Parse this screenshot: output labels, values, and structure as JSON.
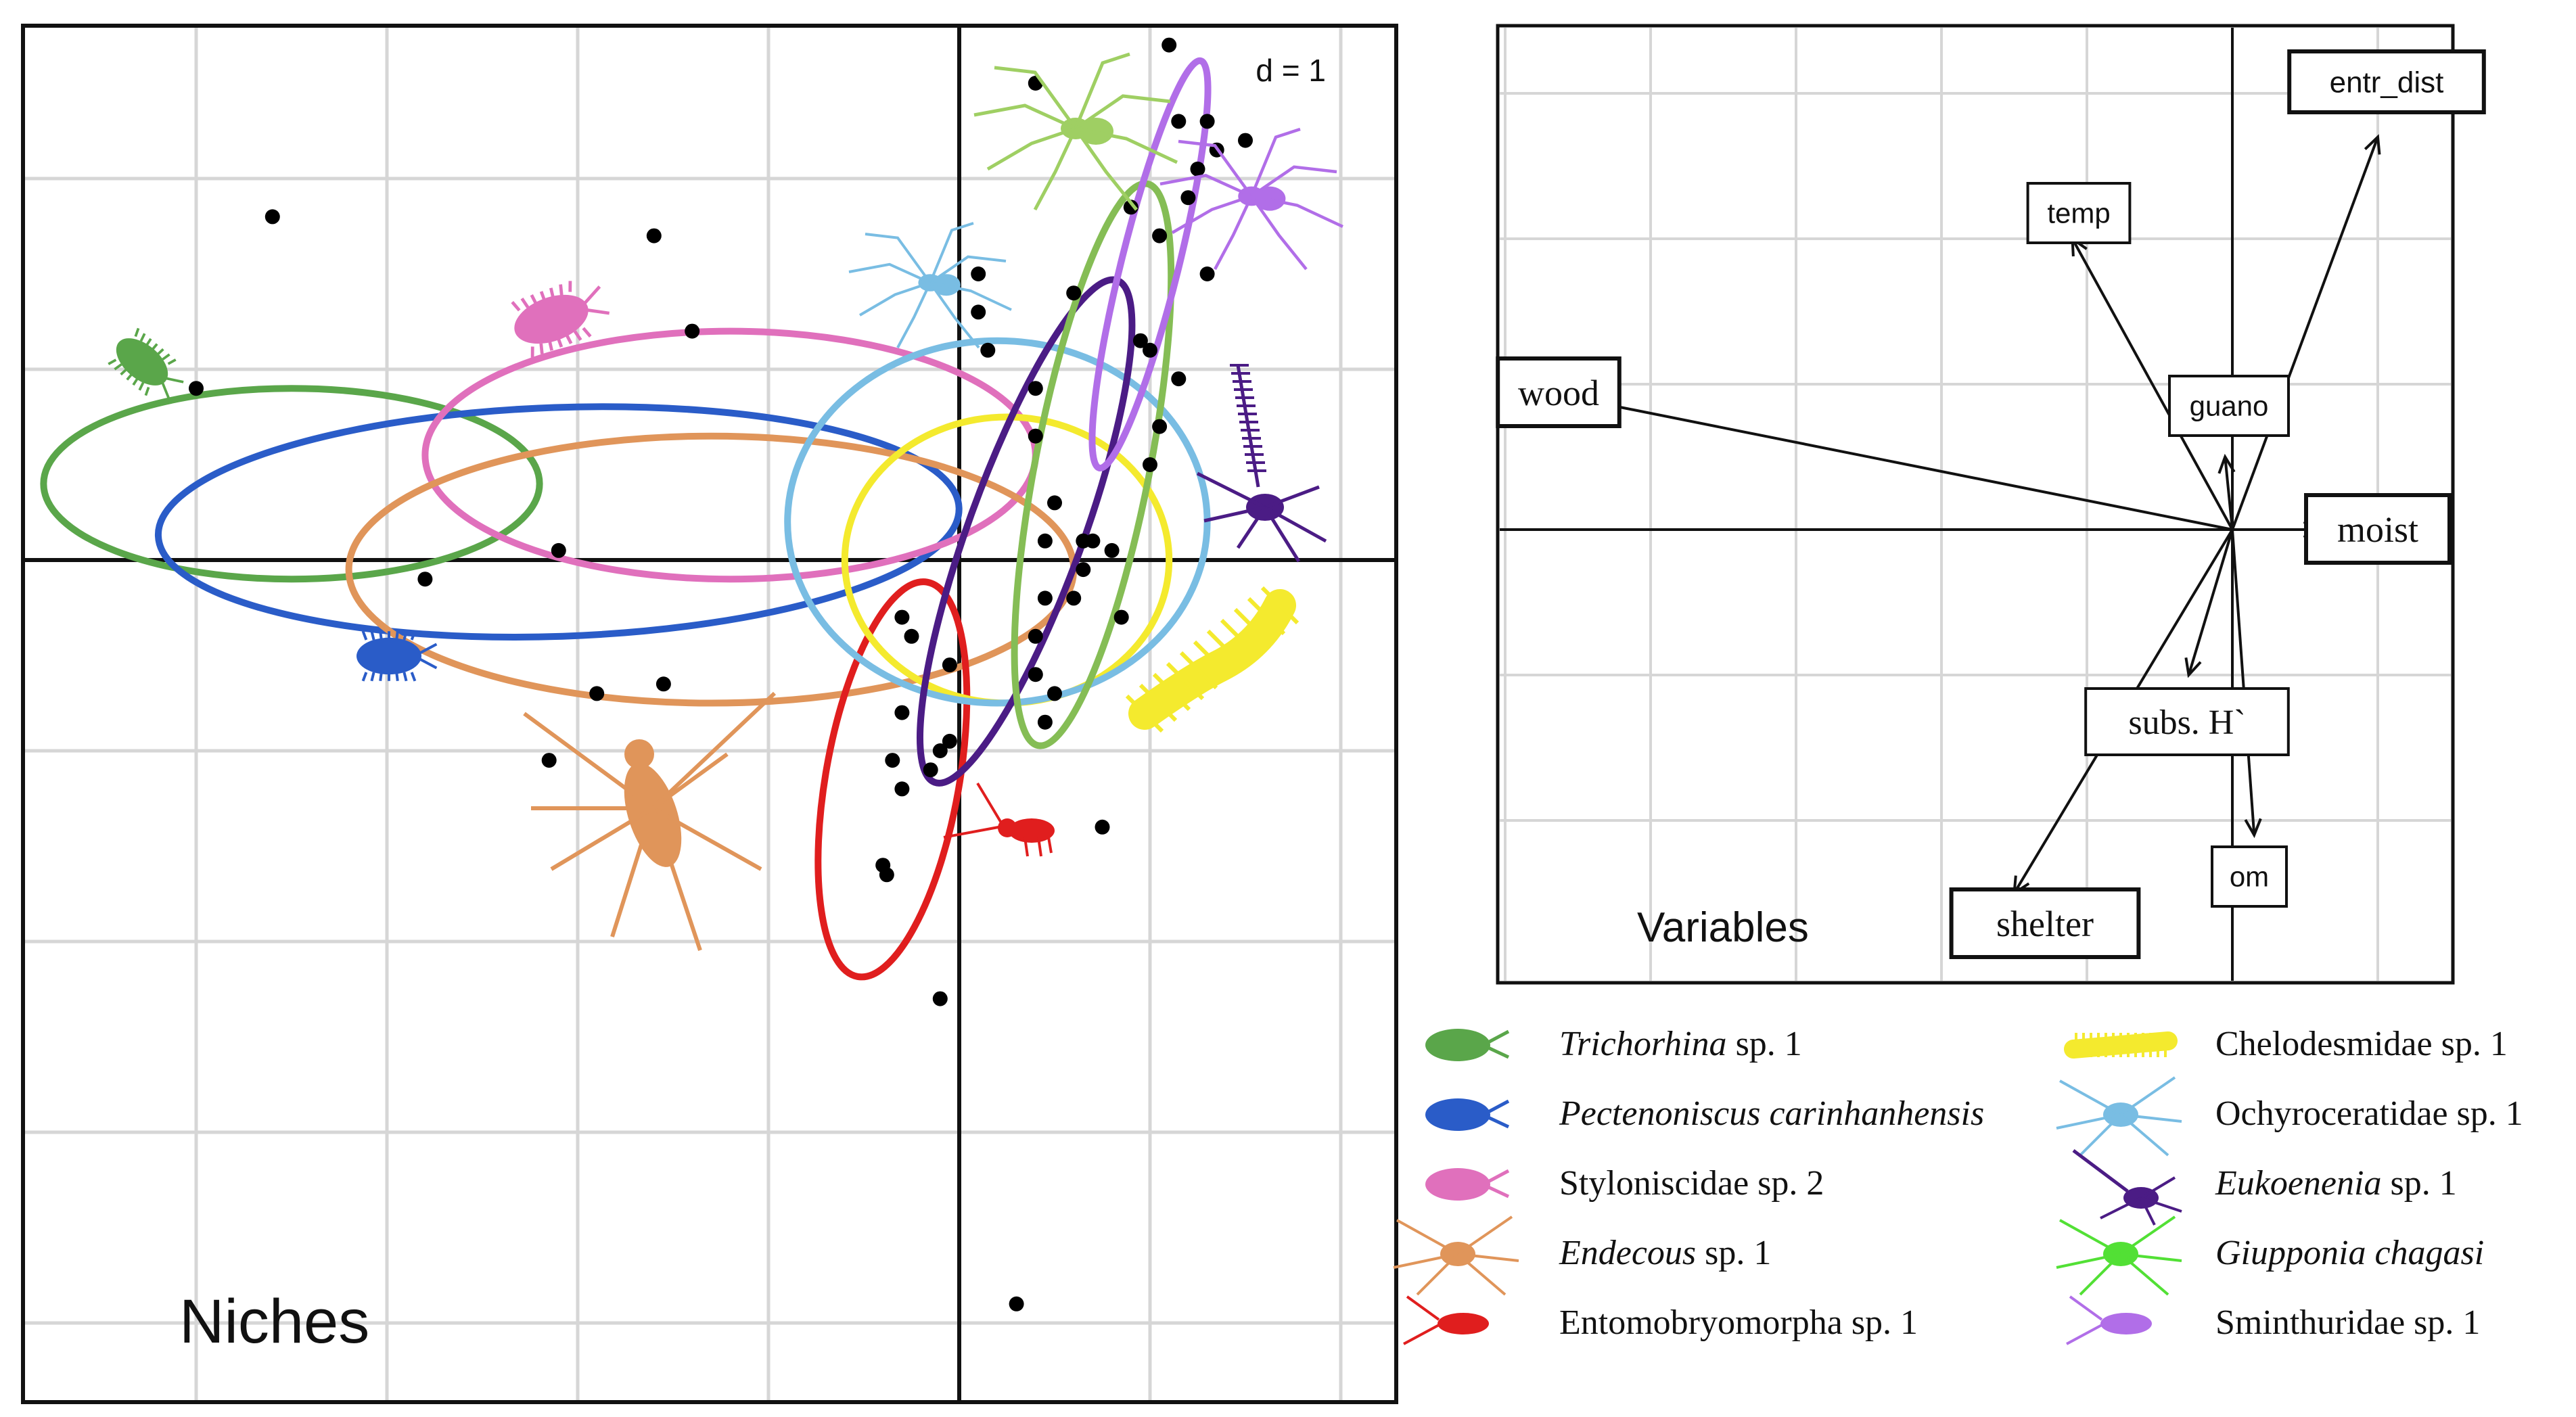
{
  "niches_panel": {
    "label": "Niches",
    "scale_label": "d = 1",
    "chart_data": {
      "type": "scatter",
      "grid_step": 1,
      "xlim": [
        -4.8,
        2.3
      ],
      "ylim": [
        -4.4,
        2.9
      ],
      "points": [
        [
          -4.0,
          0.9
        ],
        [
          -3.6,
          1.8
        ],
        [
          -1.6,
          1.7
        ],
        [
          -1.4,
          1.2
        ],
        [
          -2.1,
          0.05
        ],
        [
          -2.8,
          -0.1
        ],
        [
          -1.9,
          -0.7
        ],
        [
          -1.55,
          -0.65
        ],
        [
          -2.15,
          -1.05
        ],
        [
          -0.3,
          -0.3
        ],
        [
          -0.25,
          -0.4
        ],
        [
          -0.05,
          -0.55
        ],
        [
          -0.3,
          -0.8
        ],
        [
          -0.35,
          -1.05
        ],
        [
          -0.3,
          -1.2
        ],
        [
          -0.15,
          -1.1
        ],
        [
          -0.1,
          -1.0
        ],
        [
          -0.05,
          -0.95
        ],
        [
          -0.4,
          -1.6
        ],
        [
          -0.38,
          -1.65
        ],
        [
          -0.1,
          -2.3
        ],
        [
          0.3,
          -3.9
        ],
        [
          0.1,
          1.5
        ],
        [
          0.1,
          1.3
        ],
        [
          0.15,
          1.1
        ],
        [
          0.4,
          0.9
        ],
        [
          0.4,
          0.65
        ],
        [
          0.5,
          0.3
        ],
        [
          0.45,
          0.1
        ],
        [
          0.6,
          -0.2
        ],
        [
          0.65,
          -0.05
        ],
        [
          0.7,
          0.1
        ],
        [
          0.4,
          -0.4
        ],
        [
          0.45,
          -0.2
        ],
        [
          0.8,
          0.05
        ],
        [
          0.85,
          -0.3
        ],
        [
          1.05,
          0.7
        ],
        [
          1.15,
          0.95
        ],
        [
          1.0,
          1.1
        ],
        [
          0.65,
          0.1
        ],
        [
          0.4,
          -0.6
        ],
        [
          0.5,
          -0.7
        ],
        [
          0.45,
          -0.85
        ],
        [
          0.75,
          -1.4
        ],
        [
          0.95,
          1.15
        ],
        [
          1.05,
          1.7
        ],
        [
          1.2,
          1.9
        ],
        [
          1.3,
          2.3
        ],
        [
          1.35,
          2.15
        ],
        [
          1.5,
          2.2
        ],
        [
          1.15,
          2.3
        ],
        [
          0.9,
          1.85
        ],
        [
          1.25,
          2.05
        ],
        [
          1.1,
          2.7
        ],
        [
          0.4,
          2.5
        ],
        [
          0.6,
          1.4
        ],
        [
          1.3,
          1.5
        ],
        [
          1.0,
          0.5
        ]
      ],
      "ellipses": [
        {
          "species": "Trichorhina sp. 1",
          "color": "#5aa64a",
          "cx": -3.5,
          "cy": 0.4,
          "rx": 1.3,
          "ry": 0.5,
          "angle": 0
        },
        {
          "species": "Pectenoniscus carinhanhensis",
          "color": "#2a5cc8",
          "cx": -2.1,
          "cy": 0.2,
          "rx": 2.1,
          "ry": 0.6,
          "angle": -2
        },
        {
          "species": "Styloniscidae sp. 2",
          "color": "#e070bc",
          "cx": -1.2,
          "cy": 0.55,
          "rx": 1.6,
          "ry": 0.65,
          "angle": 0
        },
        {
          "species": "Endecous sp. 1",
          "color": "#e0955a",
          "cx": -1.3,
          "cy": -0.05,
          "rx": 1.9,
          "ry": 0.7,
          "angle": 0
        },
        {
          "species": "Entomobryomorpha sp. 1",
          "color": "#e01e1e",
          "cx": -0.35,
          "cy": -1.15,
          "rx": 0.35,
          "ry": 1.05,
          "angle": 10
        },
        {
          "species": "Chelodesmidae sp. 1",
          "color": "#f4ea2e",
          "cx": 0.25,
          "cy": 0.0,
          "rx": 0.85,
          "ry": 0.75,
          "angle": 0
        },
        {
          "species": "Ochyroceratidae sp. 1",
          "color": "#79bde3",
          "cx": 0.2,
          "cy": 0.2,
          "rx": 1.1,
          "ry": 0.95,
          "angle": 0
        },
        {
          "species": "Eukoenenia sp. 1",
          "color": "#4b1c85",
          "cx": 0.35,
          "cy": 0.15,
          "rx": 0.3,
          "ry": 1.4,
          "angle": 20
        },
        {
          "species": "Giupponia chagasi",
          "color": "#85bd55",
          "cx": 0.7,
          "cy": 0.5,
          "rx": 0.3,
          "ry": 1.5,
          "angle": 11
        },
        {
          "species": "Sminthuridae sp. 1",
          "color": "#b16ee8",
          "cx": 1.0,
          "cy": 1.55,
          "rx": 0.15,
          "ry": 1.1,
          "angle": 14
        }
      ]
    }
  },
  "variables_panel": {
    "label": "Variables",
    "chart_data": {
      "type": "biplot",
      "xlim": [
        -5.5,
        1.6
      ],
      "ylim": [
        -3.3,
        3.6
      ],
      "arrows": [
        {
          "label": "wood",
          "x": -5.0,
          "y": 1.0,
          "box_style": "serif-bold"
        },
        {
          "label": "entr_dist",
          "x": 1.0,
          "y": 2.7,
          "box_style": "sans-bold"
        },
        {
          "label": "temp",
          "x": -1.1,
          "y": 2.0,
          "box_style": "sans"
        },
        {
          "label": "guano",
          "x": -0.05,
          "y": 0.5,
          "box_style": "sans"
        },
        {
          "label": "moist",
          "x": 0.6,
          "y": 0.0,
          "box_style": "serif-bold"
        },
        {
          "label": "subs. H`",
          "x": -0.3,
          "y": -1.0,
          "box_style": "serif"
        },
        {
          "label": "shelter",
          "x": -1.5,
          "y": -2.5,
          "box_style": "serif-bold"
        },
        {
          "label": "om",
          "x": 0.15,
          "y": -2.1,
          "box_style": "sans"
        }
      ]
    }
  },
  "legend": {
    "items": [
      {
        "name": "Trichorhina",
        "suffix": " sp. 1",
        "italic": true,
        "color": "#5aa64a",
        "icon": "isopod-icon"
      },
      {
        "name": "Pectenoniscus carinhanhensis",
        "suffix": "",
        "italic": true,
        "color": "#2a5cc8",
        "icon": "isopod-icon"
      },
      {
        "name": "Styloniscidae sp. 2",
        "suffix": "",
        "italic": false,
        "color": "#e070bc",
        "icon": "isopod-icon"
      },
      {
        "name": "Endecous",
        "suffix": " sp. 1",
        "italic": true,
        "color": "#e0955a",
        "icon": "cricket-icon"
      },
      {
        "name": "Entomobryomorpha sp. 1",
        "suffix": "",
        "italic": false,
        "color": "#e01e1e",
        "icon": "springtail-icon"
      },
      {
        "name": "Chelodesmidae sp. 1",
        "suffix": "",
        "italic": false,
        "color": "#f4ea2e",
        "icon": "millipede-icon"
      },
      {
        "name": "Ochyroceratidae sp. 1",
        "suffix": "",
        "italic": false,
        "color": "#79bde3",
        "icon": "spider-icon"
      },
      {
        "name": "Eukoenenia",
        "suffix": " sp. 1",
        "italic": true,
        "color": "#4b1c85",
        "icon": "palpigrade-icon"
      },
      {
        "name": "Giupponia chagasi",
        "suffix": "",
        "italic": true,
        "color": "#52e035",
        "icon": "harvestman-icon"
      },
      {
        "name": "Sminthuridae sp. 1",
        "suffix": "",
        "italic": false,
        "color": "#b16ee8",
        "icon": "springtail-icon"
      }
    ]
  }
}
